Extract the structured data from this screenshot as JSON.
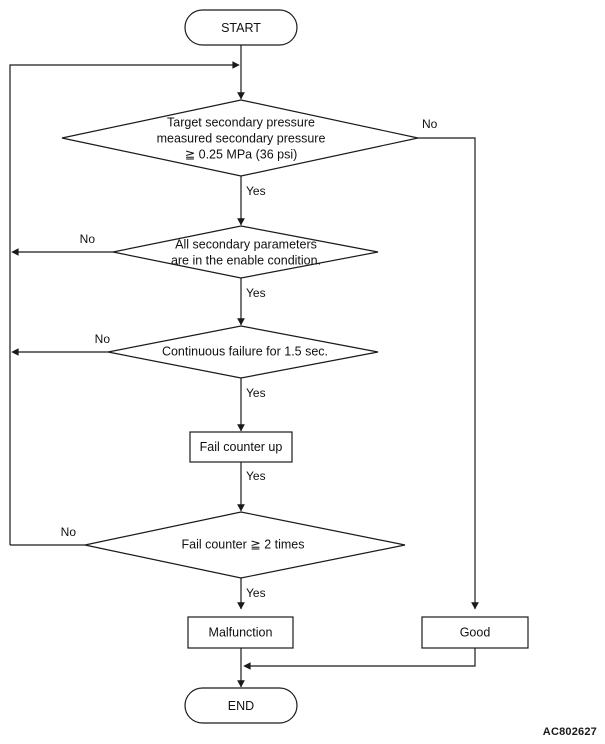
{
  "diagram": {
    "type": "flowchart",
    "reference_code": "AC802627",
    "colors": {
      "stroke": "#1a1a1a",
      "fill": "#ffffff",
      "text": "#111111",
      "background": "#ffffff"
    },
    "nodes": {
      "start": {
        "label": "START",
        "shape": "terminator"
      },
      "decision_pressure": {
        "shape": "decision",
        "line1": "Target secondary pressure",
        "line2": "measured secondary pressure",
        "line3": "≧ 0.25 MPa (36 psi)"
      },
      "decision_parameters": {
        "shape": "decision",
        "line1": "All secondary parameters",
        "line2": "are in the enable condition."
      },
      "decision_continuous": {
        "shape": "decision",
        "line1": "Continuous failure for 1.5 sec."
      },
      "process_counter": {
        "label": "Fail counter up",
        "shape": "process"
      },
      "decision_counter": {
        "shape": "decision",
        "line1": "Fail counter ≧ 2 times"
      },
      "result_malfunction": {
        "label": "Malfunction",
        "shape": "process"
      },
      "result_good": {
        "label": "Good",
        "shape": "process"
      },
      "end": {
        "label": "END",
        "shape": "terminator"
      }
    },
    "edge_labels": {
      "pressure_no": "No",
      "pressure_yes": "Yes",
      "parameters_no": "No",
      "parameters_yes": "Yes",
      "continuous_no": "No",
      "continuous_yes": "Yes",
      "counter_up_yes": "Yes",
      "counter_no": "No",
      "counter_yes": "Yes"
    }
  }
}
